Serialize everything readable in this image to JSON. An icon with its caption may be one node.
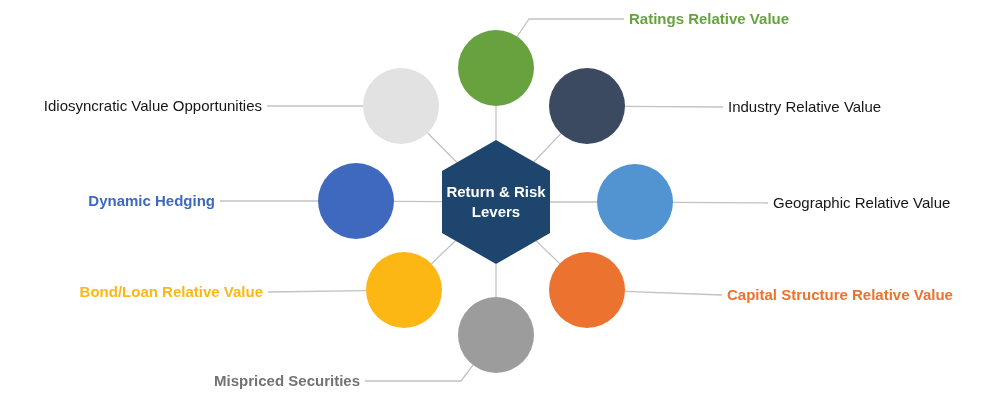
{
  "diagram": {
    "nodes": [
      {
        "text": [
          "Return & Risk Levers"
        ]
      },
      {
        "text": [
          "Ratings Relative Value"
        ]
      },
      {
        "text": [
          "Idiosyncratic Value Opportunities"
        ]
      },
      {
        "text": [
          "Industry Relative Value"
        ]
      },
      {
        "text": [
          "Dynamic Hedging"
        ]
      },
      {
        "text": [
          "Geographic Relative Value"
        ]
      },
      {
        "text": [
          "Bond/Loan Relative Value"
        ]
      },
      {
        "text": [
          "Capital Structure Relative Value"
        ]
      },
      {
        "text": [
          "Mispriced Securities"
        ]
      },
      {
        "text": [],
        "shape": "circle"
      },
      {
        "text": [],
        "shape": "circle"
      },
      {
        "text": [],
        "shape": "circle"
      },
      {
        "text": [],
        "shape": "circle"
      },
      {
        "text": [],
        "shape": "circle"
      },
      {
        "text": [],
        "shape": "circle"
      },
      {
        "text": [],
        "shape": "circle"
      },
      {
        "text": [],
        "shape": "circle"
      }
    ],
    "edges": [
      {
        "from": 0,
        "to": 9,
        "arrow": "none"
      },
      {
        "from": 0,
        "to": 10,
        "arrow": "none"
      },
      {
        "from": 0,
        "to": 11,
        "arrow": "none"
      },
      {
        "from": 0,
        "to": 12,
        "arrow": "none"
      },
      {
        "from": 0,
        "to": 13,
        "arrow": "none"
      },
      {
        "from": 0,
        "to": 14,
        "arrow": "none"
      },
      {
        "from": 0,
        "to": 15,
        "arrow": "none"
      },
      {
        "from": 0,
        "to": 16,
        "arrow": "none"
      },
      {
        "from": 1,
        "to": 9,
        "arrow": "none"
      },
      {
        "from": 2,
        "to": 10,
        "arrow": "none"
      },
      {
        "from": 3,
        "to": 11,
        "arrow": "none"
      },
      {
        "from": 4,
        "to": 12,
        "arrow": "none"
      },
      {
        "from": 5,
        "to": 13,
        "arrow": "none"
      },
      {
        "from": 6,
        "to": 14,
        "arrow": "none"
      },
      {
        "from": 7,
        "to": 15,
        "arrow": "none"
      },
      {
        "from": 8,
        "to": 16,
        "arrow": "none"
      }
    ]
  }
}
